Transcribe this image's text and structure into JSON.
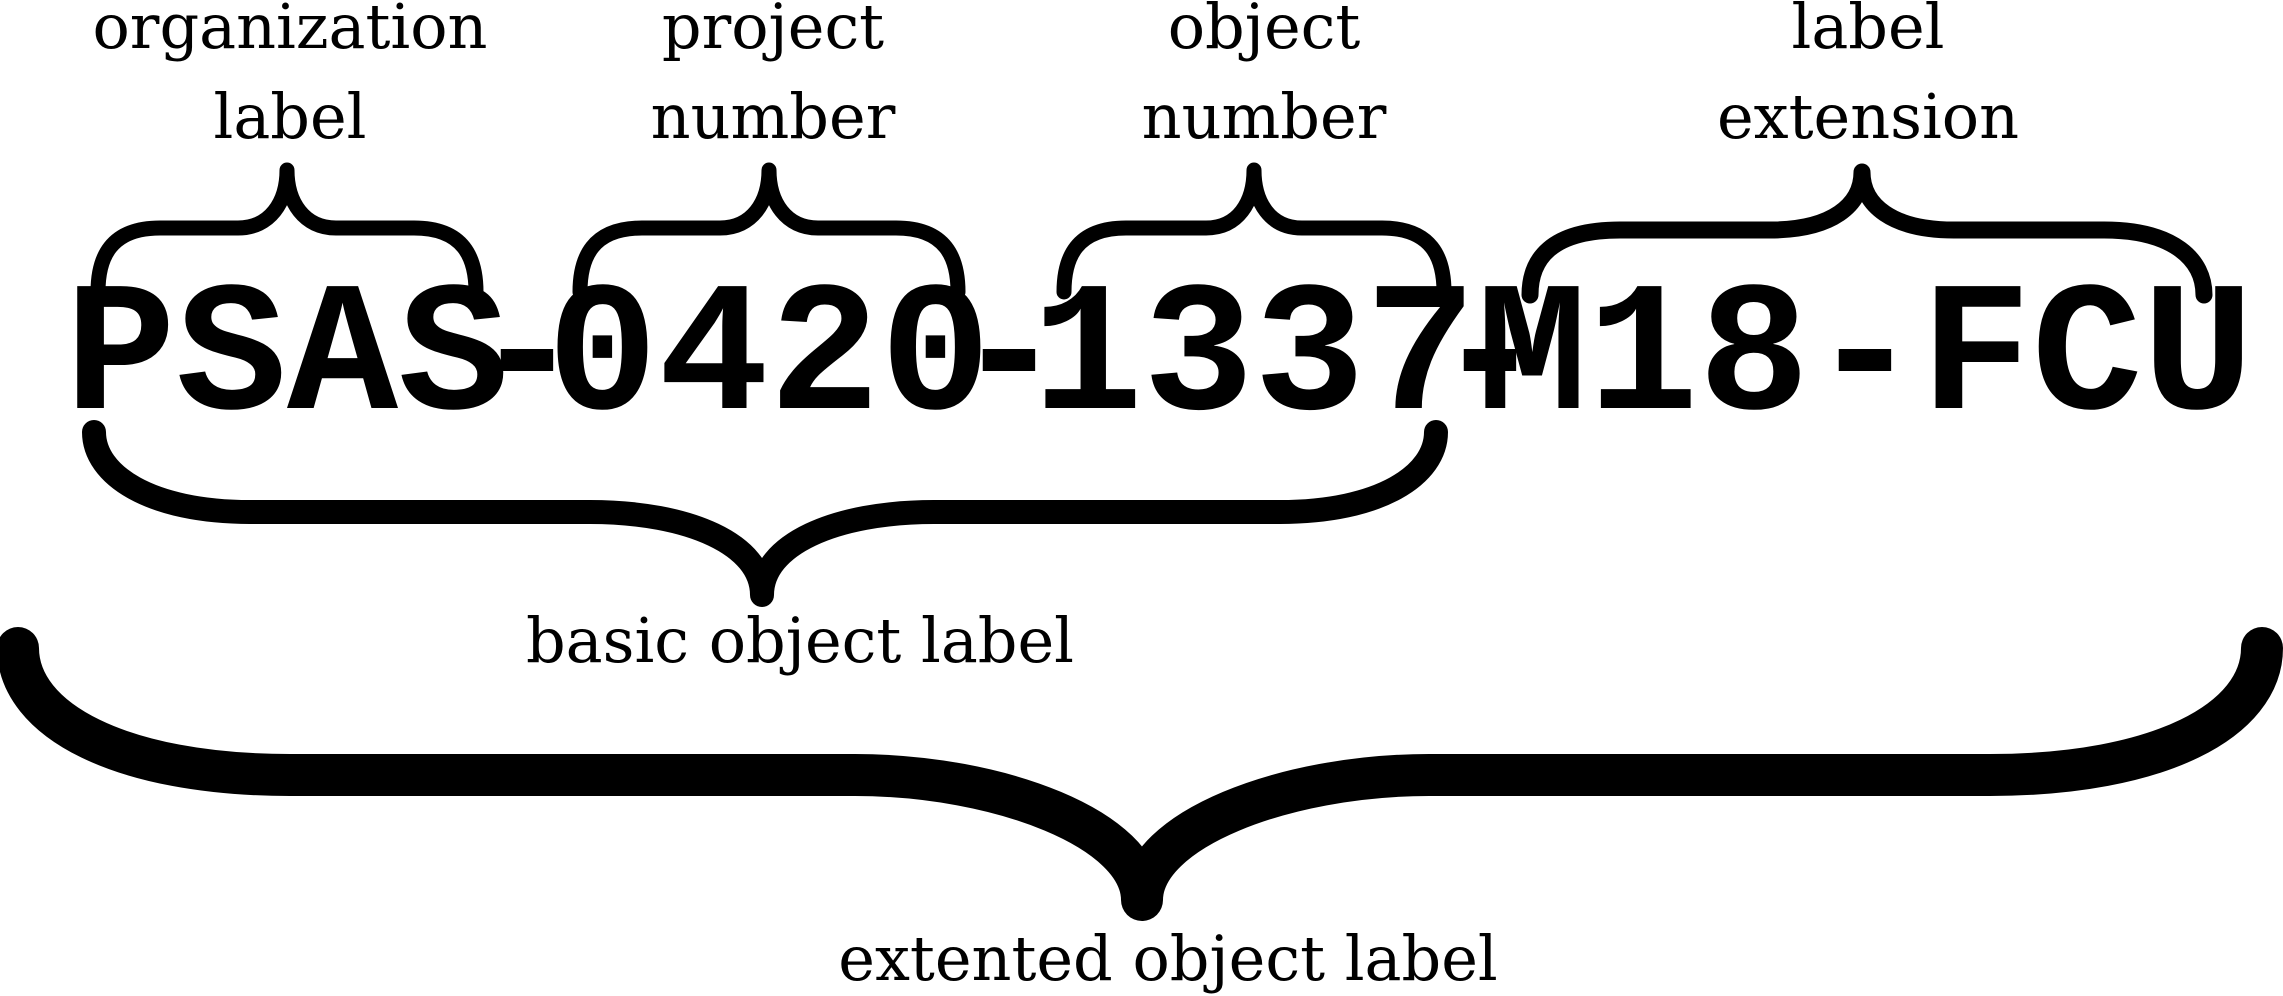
{
  "top_labels": [
    {
      "line1": "organization",
      "line2": "label"
    },
    {
      "line1": "project",
      "line2": "number"
    },
    {
      "line1": "object",
      "line2": "number"
    },
    {
      "line1": "label",
      "line2": "extension"
    }
  ],
  "code": {
    "org": "PSAS",
    "sep1": "-",
    "project": "0420",
    "sep2": "-",
    "object": "1337",
    "sep3": "-",
    "extension": "M18-FCU"
  },
  "bottom_labels": {
    "basic": "basic object label",
    "extended": "extented object label"
  },
  "colors": {
    "ink": "#000000",
    "background": "#ffffff"
  }
}
